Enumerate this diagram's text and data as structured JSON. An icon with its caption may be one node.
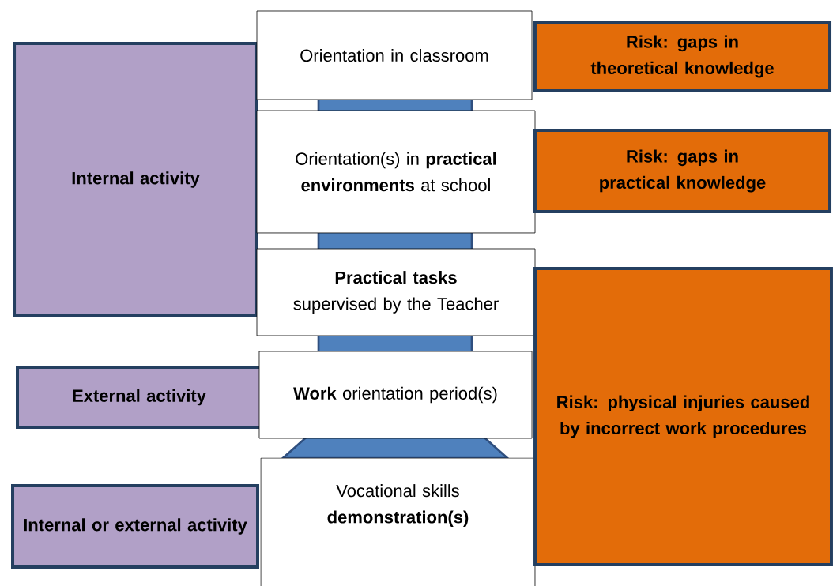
{
  "diagram": {
    "nodes": [
      {
        "text": [
          "Internal activity"
        ]
      },
      {
        "text": [
          "External activity"
        ]
      },
      {
        "text": [
          "Internal or external activity"
        ]
      },
      {
        "text": [
          "Orientation in classroom"
        ]
      },
      {
        "text": [
          "Orientation(s) in **practical environments** at school"
        ]
      },
      {
        "text": [
          "**Practical tasks** supervised by the Teacher"
        ]
      },
      {
        "text": [
          "**Work** orientation period(s)"
        ]
      },
      {
        "text": [
          "Vocational skills **demonstration(s)**"
        ]
      },
      {
        "text": [
          "Risk: gaps in theoretical knowledge"
        ]
      },
      {
        "text": [
          "Risk: gaps in practical knowledge"
        ]
      },
      {
        "text": [
          "Risk: physical injuries caused by incorrect work procedures"
        ]
      }
    ]
  }
}
